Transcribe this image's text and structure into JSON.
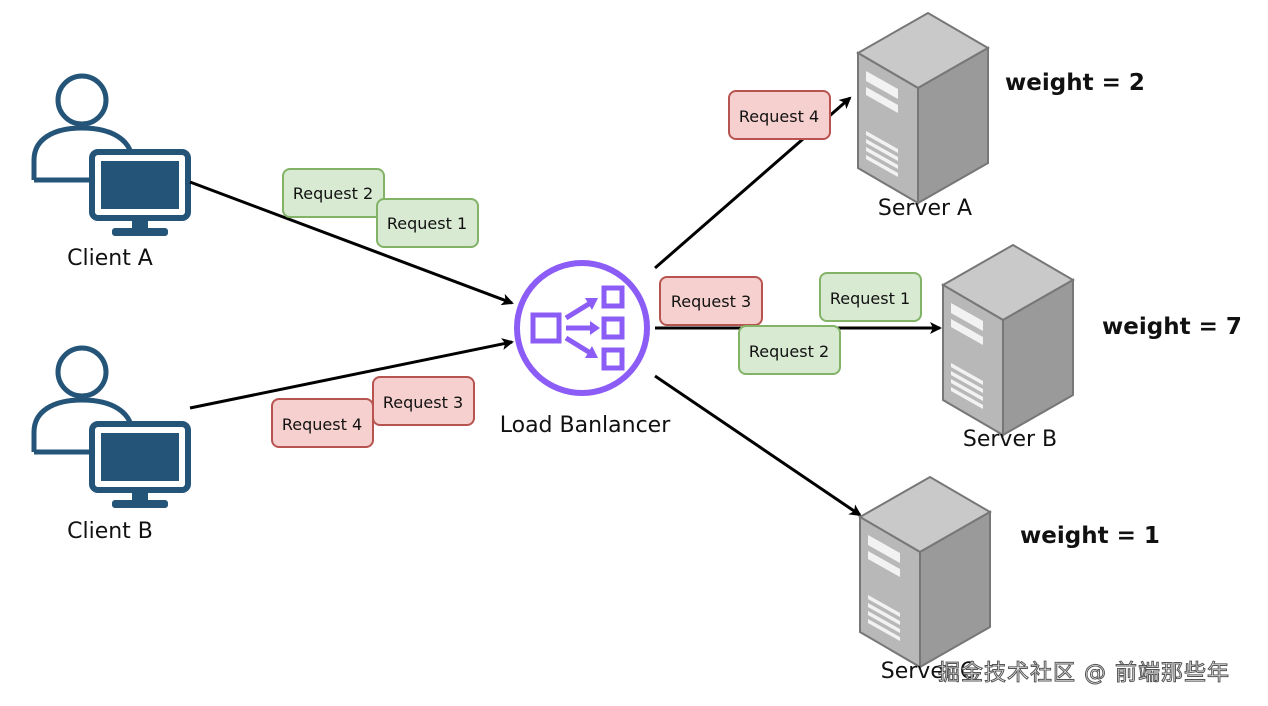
{
  "title": "Weighted Round Robin Load Balancing",
  "colors": {
    "client": "#245478",
    "balancer": "#8b5cf6",
    "request_green_fill": "#d9ead3",
    "request_green_stroke": "#82b366",
    "request_red_fill": "#f5d0ce",
    "request_red_stroke": "#b85450",
    "server_front": "#b8b8b8",
    "server_side": "#9a9a9a",
    "server_top": "#c9c9c9"
  },
  "clients": [
    {
      "id": "client-a",
      "label": "Client A"
    },
    {
      "id": "client-b",
      "label": "Client B"
    }
  ],
  "balancer": {
    "label": "Load Banlancer"
  },
  "servers": [
    {
      "id": "server-a",
      "label": "Server A",
      "weight_text": "weight = 2",
      "weight": 2
    },
    {
      "id": "server-b",
      "label": "Server B",
      "weight_text": "weight = 7",
      "weight": 7
    },
    {
      "id": "server-c",
      "label": "Server C",
      "weight_text": "weight = 1",
      "weight": 1
    }
  ],
  "requests": {
    "client_a": [
      {
        "label": "Request 2",
        "color": "green"
      },
      {
        "label": "Request 1",
        "color": "green"
      }
    ],
    "client_b": [
      {
        "label": "Request 3",
        "color": "red"
      },
      {
        "label": "Request 4",
        "color": "red"
      }
    ],
    "to_server_a": [
      {
        "label": "Request 4",
        "color": "red"
      }
    ],
    "to_server_b": [
      {
        "label": "Request 3",
        "color": "red"
      },
      {
        "label": "Request 1",
        "color": "green"
      },
      {
        "label": "Request 2",
        "color": "green"
      }
    ]
  },
  "watermark": "掘金技术社区 @ 前端那些年"
}
